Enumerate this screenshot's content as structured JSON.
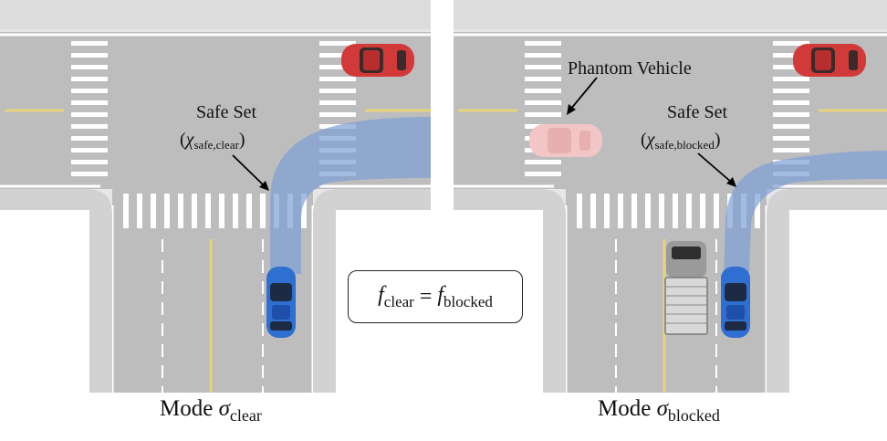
{
  "left_panel": {
    "annotation_title": "Safe Set",
    "annotation_symbol": "χ",
    "annotation_subscript": "safe,clear",
    "caption_prefix": "Mode",
    "caption_symbol": "σ",
    "caption_subscript": "clear"
  },
  "right_panel": {
    "phantom_label": "Phantom Vehicle",
    "annotation_title": "Safe Set",
    "annotation_symbol": "χ",
    "annotation_subscript": "safe,blocked",
    "caption_prefix": "Mode",
    "caption_symbol": "σ",
    "caption_subscript": "blocked"
  },
  "equation": {
    "lhs_symbol": "f",
    "lhs_subscript": "clear",
    "operator": "=",
    "rhs_symbol": "f",
    "rhs_subscript": "blocked"
  },
  "colors": {
    "road": "#bfbfbf",
    "sidewalk": "#e6e6e6",
    "crosswalk": "#ffffff",
    "yellow_line": "#e8d27a",
    "safe_set": "#7f9fd6",
    "ego_vehicle": "#2f6fd1",
    "other_vehicle": "#d23a3a",
    "phantom_vehicle": "#f2c6c6",
    "truck": "#9a9a9a"
  },
  "icons": [
    "ego-car-icon",
    "red-car-icon",
    "phantom-car-icon",
    "truck-icon"
  ]
}
